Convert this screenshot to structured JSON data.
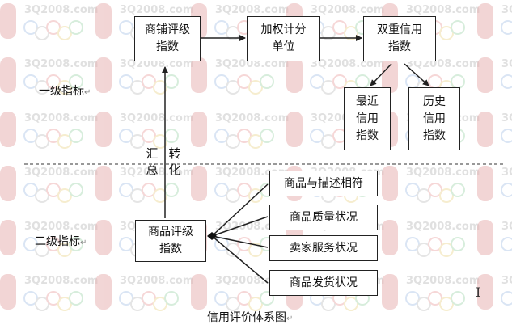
{
  "watermark": "3Q2008.com",
  "levels": {
    "level1": "一级指标",
    "level2": "二级指标"
  },
  "nodes": {
    "shop_index": "商铺评级\n指数",
    "weighted_unit": "加权计分\n单位",
    "dual_credit": "双重信用\n指数",
    "recent_credit": "最近\n信用\n指数",
    "history_credit": "历史\n信用\n指数",
    "goods_index": "商品评级\n指数",
    "goods_match": "商品与描述相符",
    "goods_quality": "商品质量状况",
    "seller_service": "卖家服务状况",
    "goods_shipping": "商品发货状况"
  },
  "arrow_labels": {
    "summary": "汇总",
    "transform": "转化"
  },
  "caption": "信用评价体系图",
  "paragraph_mark": "↵",
  "cursor_glyph": "I",
  "colors": {
    "line": "#222222",
    "watermark_text": "#c8c8c8",
    "watermark_red": "#e8b4b4"
  }
}
